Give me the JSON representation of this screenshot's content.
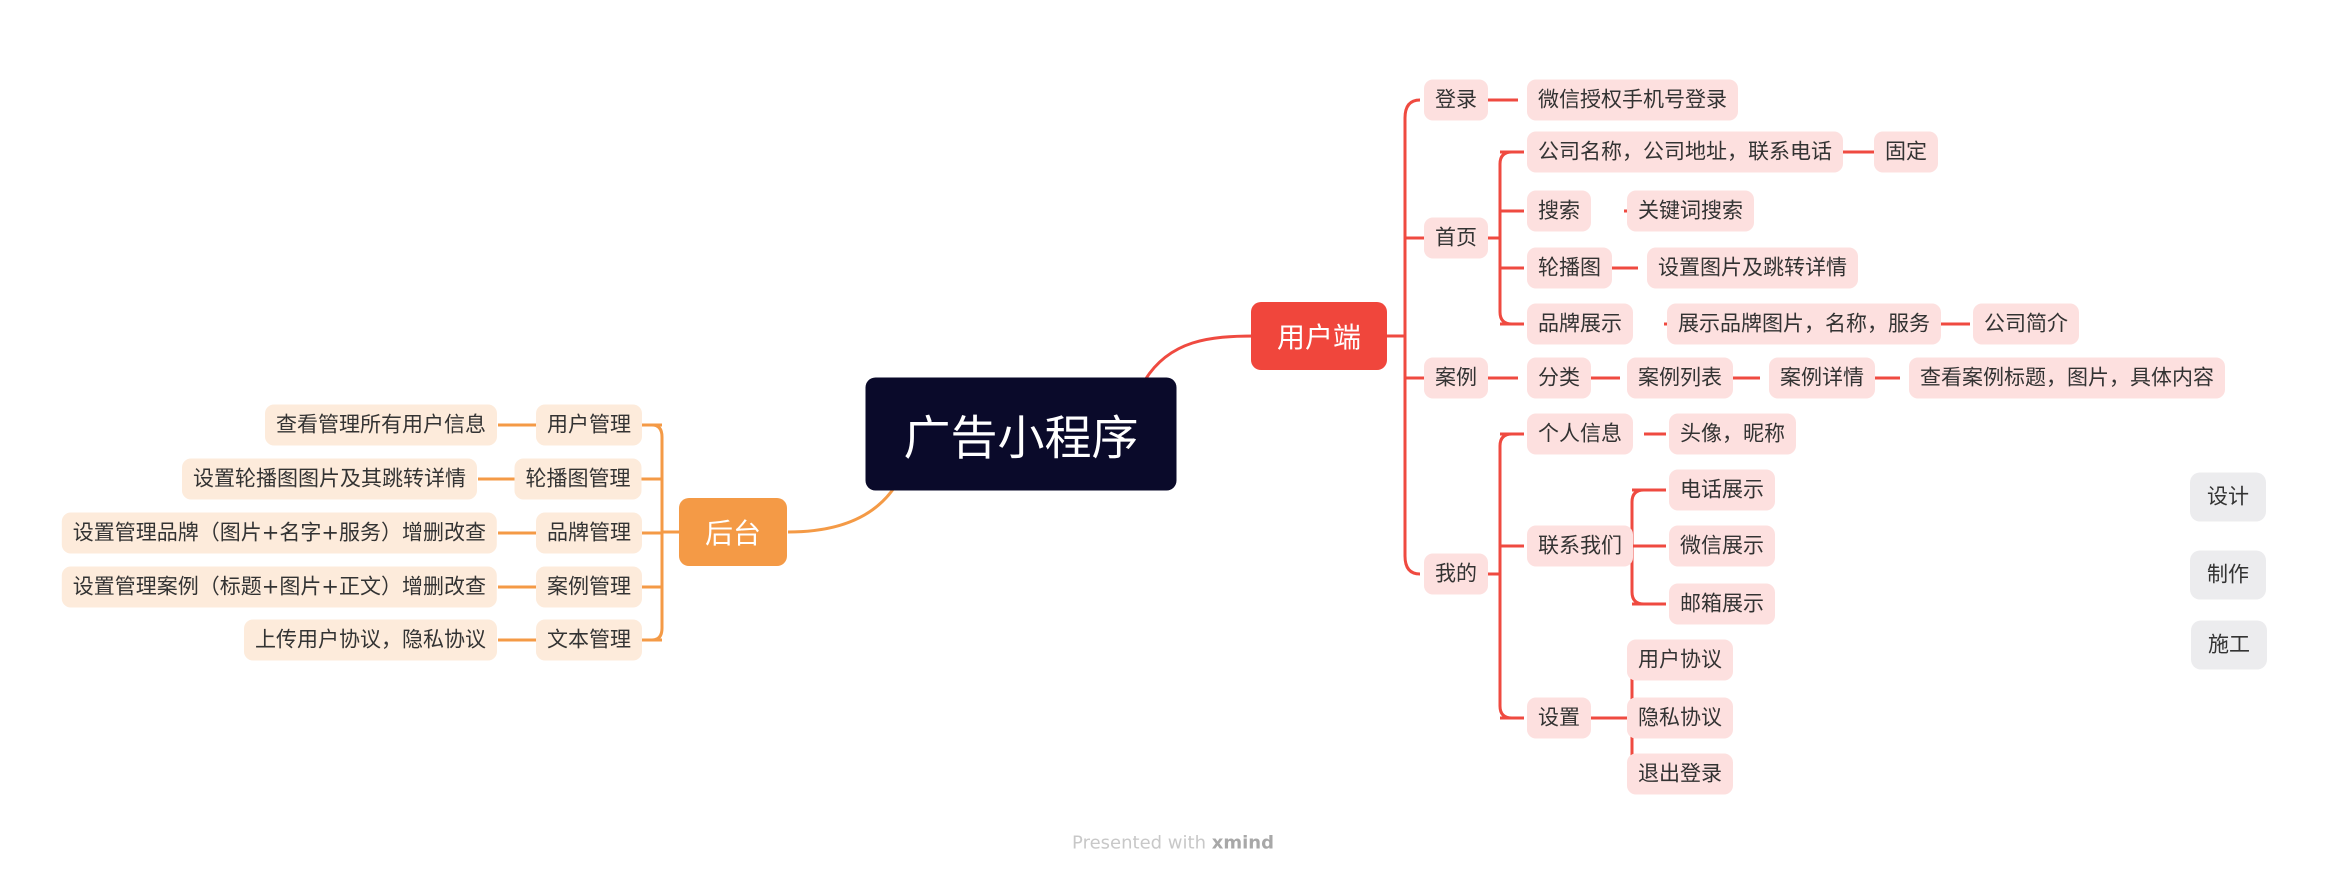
{
  "root": "广告小程序",
  "user_side": {
    "label": "用户端",
    "login": {
      "label": "登录",
      "detail": "微信授权手机号登录"
    },
    "home": {
      "label": "首页",
      "company": "公司名称，公司地址，联系电话",
      "fixed": "固定",
      "search": "搜索",
      "keyword_search": "关键词搜索",
      "carousel": "轮播图",
      "carousel_detail": "设置图片及跳转详情",
      "brand": "品牌展示",
      "brand_detail": "展示品牌图片，名称，服务",
      "company_intro": "公司简介"
    },
    "cases": {
      "label": "案例",
      "category": "分类",
      "case_list": "案例列表",
      "case_detail": "案例详情",
      "case_content": "查看案例标题，图片，具体内容"
    },
    "mine": {
      "label": "我的",
      "personal_info": "个人信息",
      "avatar_nickname": "头像，昵称",
      "contact_us": "联系我们",
      "phone": "电话展示",
      "wechat": "微信展示",
      "email": "邮箱展示",
      "settings": "设置",
      "user_agreement": "用户协议",
      "privacy_agreement": "隐私协议",
      "logout": "退出登录"
    }
  },
  "admin_side": {
    "label": "后台",
    "items": [
      {
        "label": "用户管理",
        "detail": "查看管理所有用户信息"
      },
      {
        "label": "轮播图管理",
        "detail": "设置轮播图图片及其跳转详情"
      },
      {
        "label": "品牌管理",
        "detail": "设置管理品牌（图片+名字+服务）增删改查"
      },
      {
        "label": "案例管理",
        "detail": "设置管理案例（标题+图片+正文）增删改查"
      },
      {
        "label": "文本管理",
        "detail": "上传用户协议，隐私协议"
      }
    ]
  },
  "floating": [
    "设计",
    "制作",
    "施工"
  ],
  "footer": {
    "prefix": "Presented with",
    "brand": "xmind"
  },
  "colors": {
    "red": "#f0463c",
    "orange": "#f49a46",
    "root_bg": "#0a0a2a"
  }
}
